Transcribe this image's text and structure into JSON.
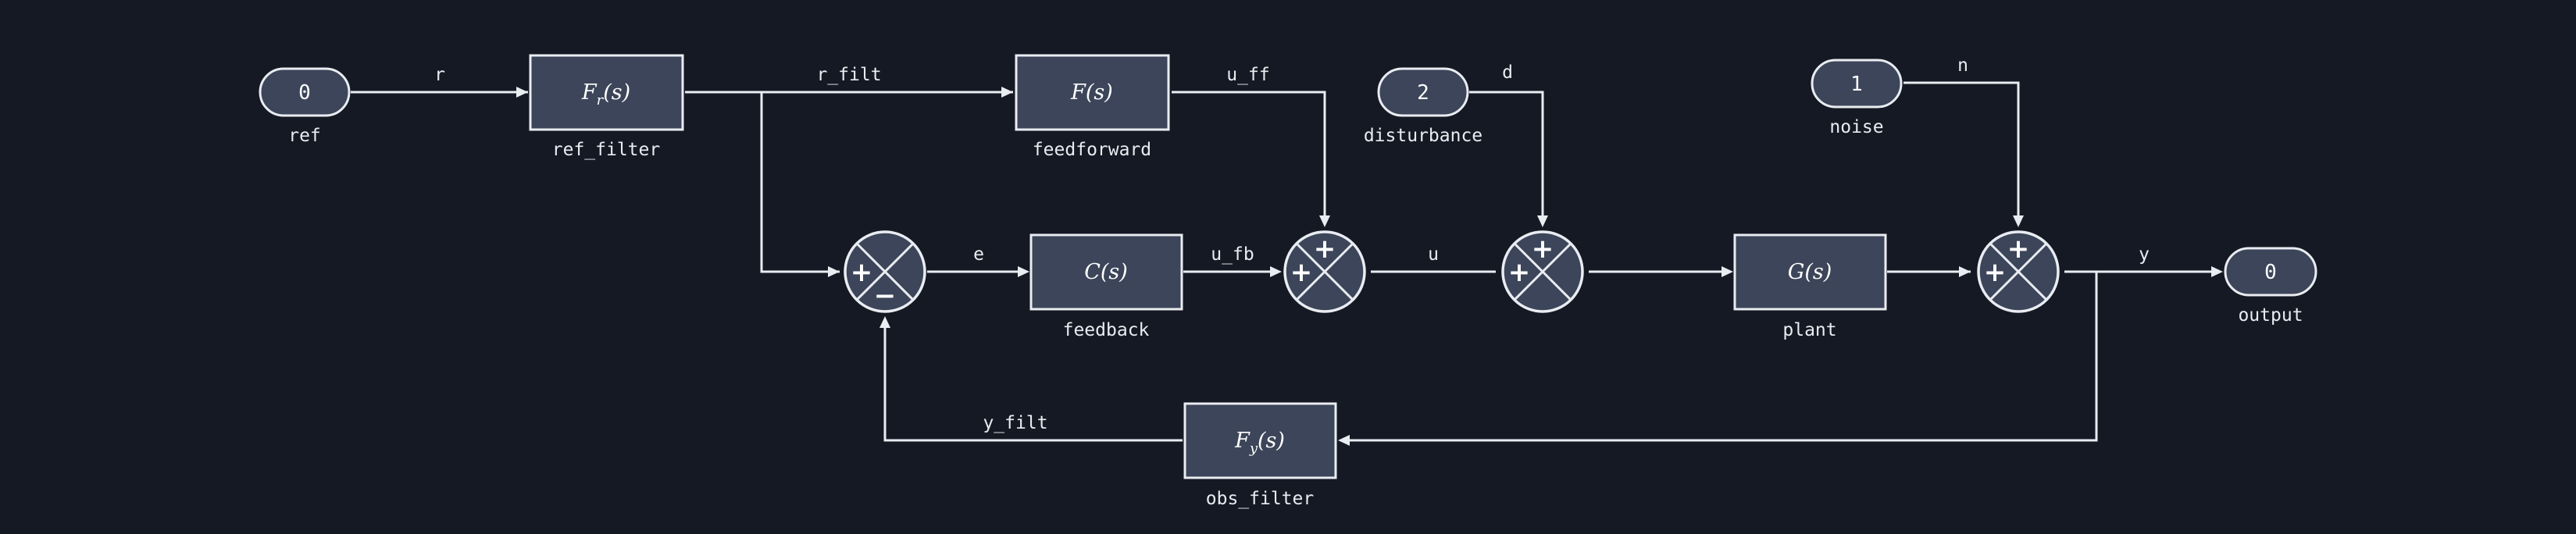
{
  "diagram": {
    "type": "control-system block diagram",
    "blocks": [
      {
        "id": "ref_filter",
        "tf": "F_r(s)",
        "label": "ref_filter"
      },
      {
        "id": "feedforward",
        "tf": "F(s)",
        "label": "feedforward"
      },
      {
        "id": "feedback",
        "tf": "C(s)",
        "label": "feedback"
      },
      {
        "id": "plant",
        "tf": "G(s)",
        "label": "plant"
      },
      {
        "id": "obs_filter",
        "tf": "F_y(s)",
        "label": "obs_filter"
      }
    ],
    "sources": [
      {
        "id": "ref",
        "value": "0",
        "label": "ref"
      },
      {
        "id": "disturbance",
        "value": "2",
        "label": "disturbance"
      },
      {
        "id": "noise",
        "value": "1",
        "label": "noise"
      },
      {
        "id": "output",
        "value": "0",
        "label": "output"
      }
    ],
    "summing_junctions": [
      {
        "id": "sum_error",
        "signs": [
          "+",
          "−"
        ]
      },
      {
        "id": "sum_u",
        "signs": [
          "+",
          "+"
        ]
      },
      {
        "id": "sum_dist",
        "signs": [
          "+",
          "+"
        ]
      },
      {
        "id": "sum_noise",
        "signs": [
          "+",
          "+"
        ]
      }
    ],
    "signals": [
      "r",
      "r_filt",
      "u_ff",
      "e",
      "u_fb",
      "u",
      "d",
      "n",
      "y",
      "y_filt"
    ]
  },
  "colors": {
    "background": "#151923",
    "block_fill": "#3c4559",
    "stroke": "#e9ecf1"
  }
}
